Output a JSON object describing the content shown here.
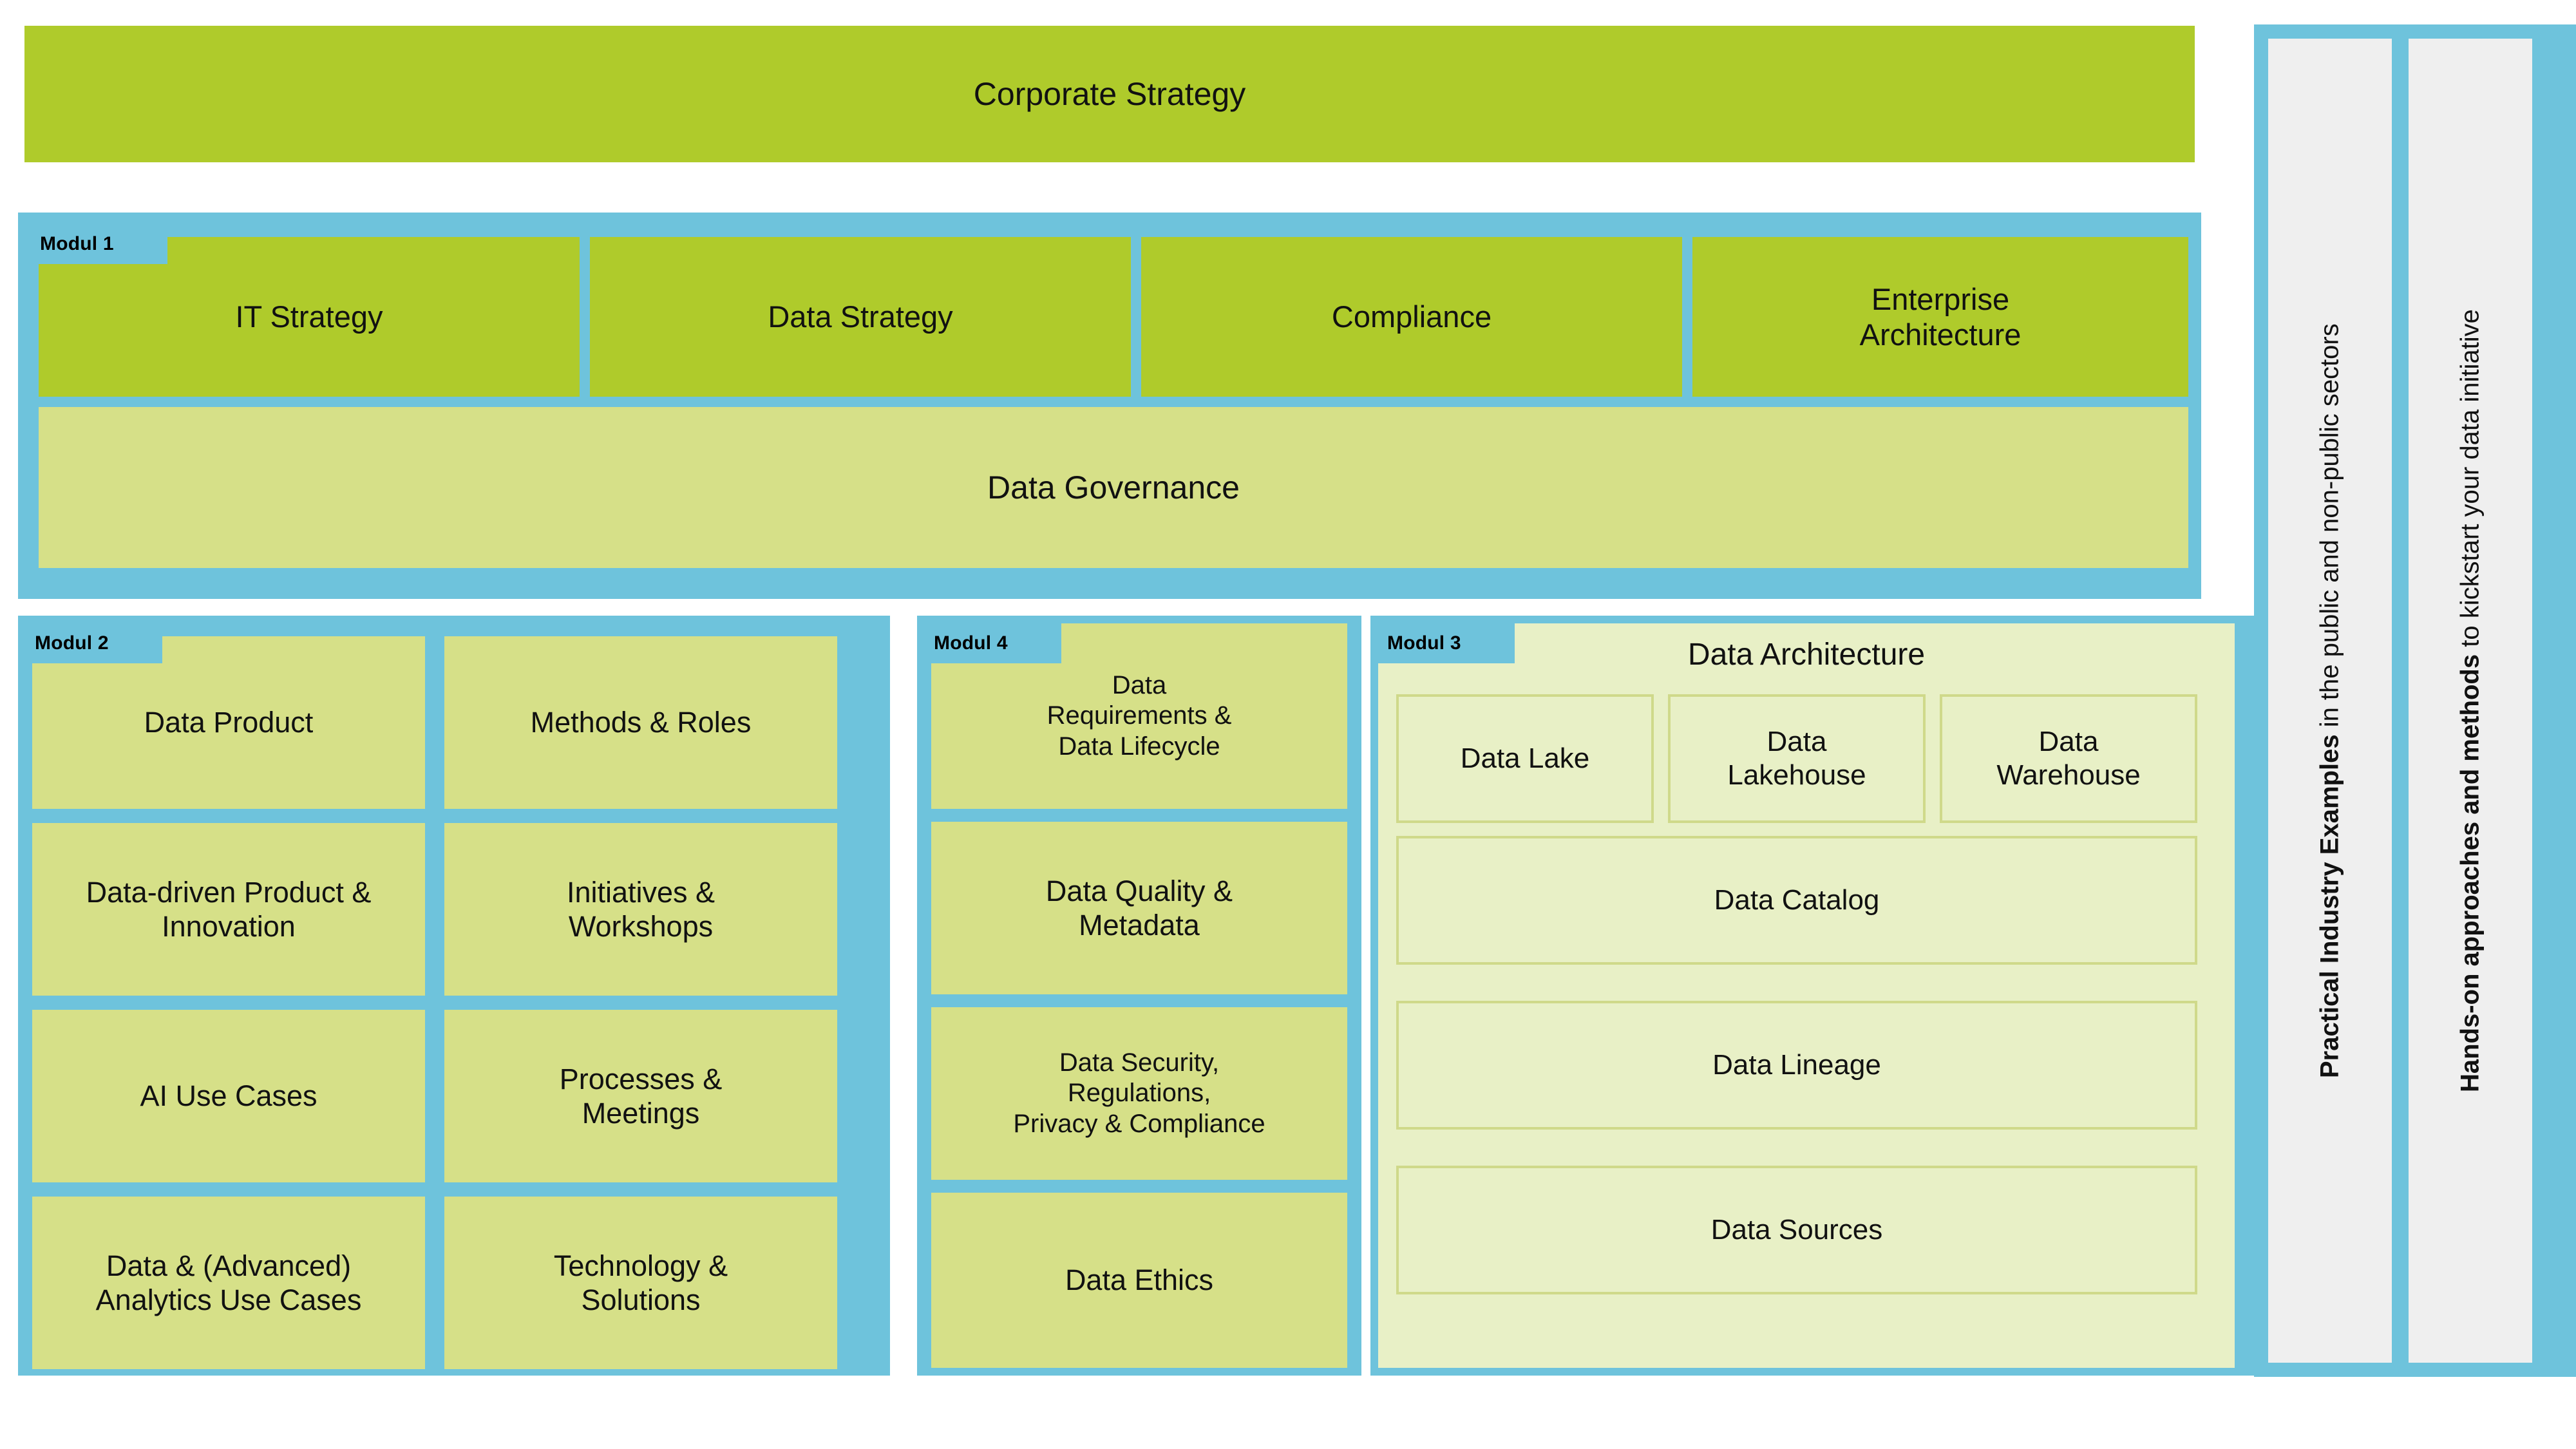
{
  "colors": {
    "green": "#AFCB2B",
    "light_green": "#D6E088",
    "very_light_green": "#E8F0C6",
    "blue_frame": "#6EC3DC",
    "gray_panel": "#EFEFEF",
    "text": "#111111"
  },
  "top": {
    "corporate_strategy": "Corporate Strategy"
  },
  "modul1": {
    "tag": "Modul 1",
    "items": [
      "IT Strategy",
      "Data Strategy",
      "Compliance",
      "Enterprise\nArchitecture"
    ],
    "governance": "Data Governance"
  },
  "modul2": {
    "tag": "Modul 2",
    "left_column": [
      "Data Product",
      "Data-driven Product &\nInnovation",
      "AI Use Cases",
      "Data & (Advanced)\nAnalytics Use Cases"
    ],
    "right_column": [
      "Methods & Roles",
      "Initiatives &\nWorkshops",
      "Processes &\nMeetings",
      "Technology &\nSolutions"
    ]
  },
  "modul4": {
    "tag": "Modul 4",
    "items": [
      "Data\nRequirements &\nData Lifecycle",
      "Data Quality &\nMetadata",
      "Data Security,\nRegulations,\nPrivacy & Compliance",
      "Data Ethics"
    ]
  },
  "modul3": {
    "tag": "Modul 3",
    "title": "Data Architecture",
    "storage_row": [
      "Data Lake",
      "Data\nLakehouse",
      "Data\nWarehouse"
    ],
    "layers": [
      "Data Catalog",
      "Data Lineage",
      "Data Sources"
    ]
  },
  "side_panels": [
    {
      "bold": "Practical Industry Examples",
      "regular": " in the public and non-public sectors"
    },
    {
      "bold": "Hands-on approaches and methods",
      "regular": " to kickstart your data initiative"
    }
  ]
}
